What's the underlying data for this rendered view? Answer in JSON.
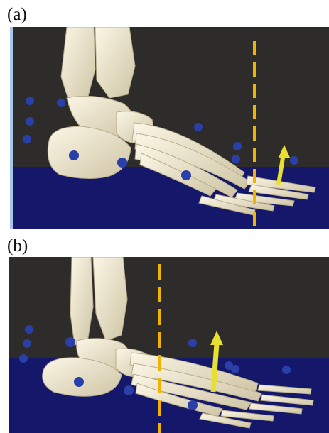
{
  "figure": {
    "panels": [
      {
        "label": "(a)"
      },
      {
        "label": "(b)"
      }
    ]
  },
  "colors": {
    "background": "#2e2c2a",
    "floor": "#15186a",
    "bone": "#efe7cf",
    "bone_shade": "#c9bf9f",
    "marker": "#2a3fa8",
    "force_arrow": "#e8e030",
    "reference_line": "#f0b400",
    "side_bar": "#a9c6e8"
  },
  "icons": [
    "foot-skeleton",
    "motion-capture-marker",
    "ground-reaction-force-arrow",
    "dashed-reference-line"
  ]
}
